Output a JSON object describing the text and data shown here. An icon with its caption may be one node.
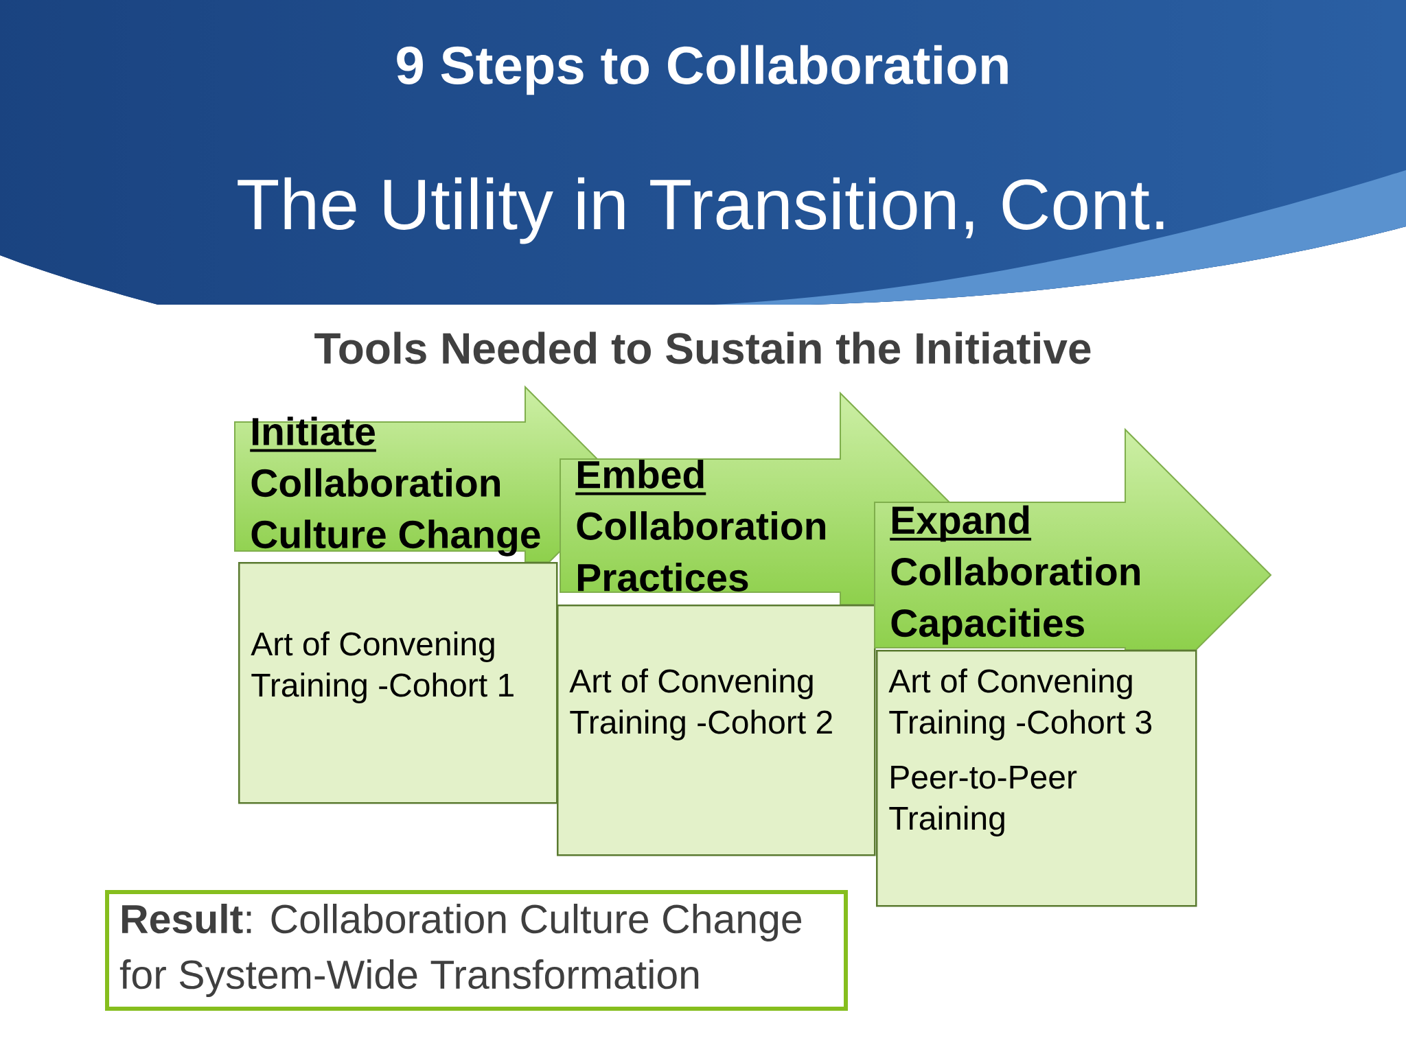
{
  "diagram": {
    "title": "The Utility in Transition, Cont.",
    "nodes": [
      {
        "text": [
          "Initiate",
          "Collaboration Culture Change"
        ]
      },
      {
        "text": [
          "Art of Convening Training -Cohort 1"
        ]
      },
      {
        "text": [
          "Embed",
          "Collaboration Practices"
        ]
      },
      {
        "text": [
          "Art of Convening Training -Cohort 2"
        ]
      },
      {
        "text": [
          "Expand",
          "Collaboration Capacities"
        ]
      },
      {
        "text": [
          "Art of Convening Training -Cohort 3",
          "Peer-to-Peer Training"
        ]
      },
      {
        "text": [
          "**Result**: Collaboration Culture Change for System-Wide Transformation"
        ]
      }
    ],
    "labels": [
      "9 Steps to Collaboration",
      "Tools Needed to Sustain the Initiative"
    ]
  }
}
